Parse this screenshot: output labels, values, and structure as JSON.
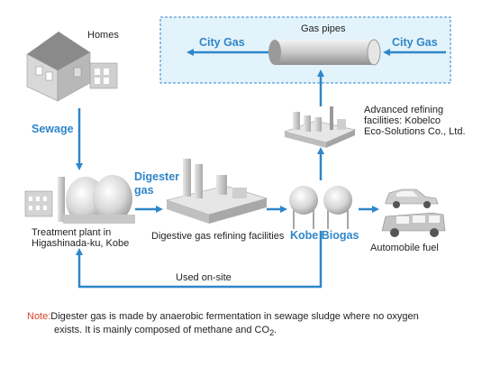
{
  "colors": {
    "accent": "#2f86c9",
    "note_label": "#d6452c",
    "panel_fill": "#e3f3fb",
    "panel_border": "#2f86c9"
  },
  "labels": {
    "homes": "Homes",
    "gas_pipes": "Gas pipes",
    "city_gas_left": "City Gas",
    "city_gas_right": "City Gas",
    "sewage": "Sewage",
    "advanced_1": "Advanced refining",
    "advanced_2": "facilities: Kobelco",
    "advanced_3": "Eco-Solutions Co., Ltd.",
    "digester_1": "Digester",
    "digester_2": "gas",
    "treatment_1": "Treatment plant in",
    "treatment_2": "Higashinada-ku, Kobe",
    "digestive": "Digestive gas refining facilities",
    "kobe_biogas": "Kobe Biogas",
    "automobile": "Automobile fuel",
    "used_onsite": "Used on-site"
  },
  "note": {
    "label": "Note:",
    "line1": "Digester gas is made by anaerobic fermentation in sewage sludge where no oxygen",
    "line2_pre": "exists. It is mainly composed of methane and CO",
    "line2_sub": "2",
    "line2_post": "."
  },
  "icons": [
    "house-icon",
    "gas-pipe-icon",
    "treatment-plant-icon",
    "refining-facility-icon",
    "biogas-tank-icon",
    "advanced-refining-icon",
    "car-icon",
    "van-icon"
  ]
}
